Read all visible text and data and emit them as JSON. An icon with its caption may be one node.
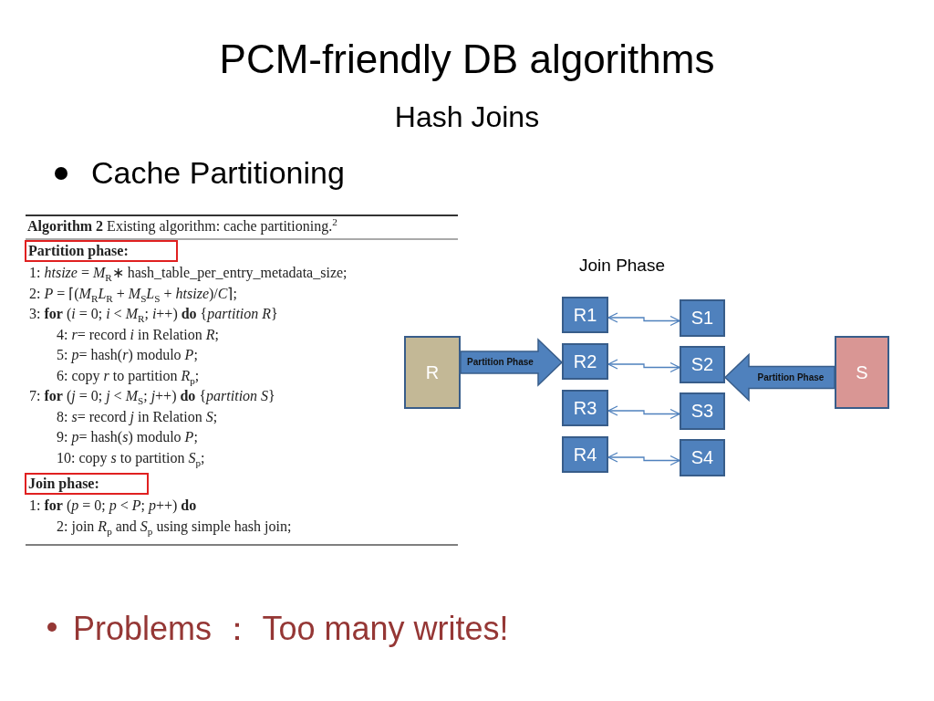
{
  "diagram": {
    "title": "PCM-friendly DB algorithms",
    "nodes": [
      {
        "text": [
          "R"
        ]
      },
      {
        "text": [
          "R1"
        ]
      },
      {
        "text": [
          "R2"
        ]
      },
      {
        "text": [
          "R3"
        ]
      },
      {
        "text": [
          "R4"
        ]
      },
      {
        "text": [
          "S1"
        ]
      },
      {
        "text": [
          "S2"
        ]
      },
      {
        "text": [
          "S3"
        ]
      },
      {
        "text": [
          "S4"
        ]
      },
      {
        "text": [
          "S"
        ]
      }
    ],
    "edges": [
      {
        "from": 0,
        "to": 2,
        "arrow": "to",
        "label": "Partition Phase",
        "style": "thick"
      },
      {
        "from": 9,
        "to": 6,
        "arrow": "to",
        "label": "Partition Phase",
        "style": "thick"
      },
      {
        "from": 1,
        "to": 5,
        "arrow": "both"
      },
      {
        "from": 2,
        "to": 6,
        "arrow": "both"
      },
      {
        "from": 3,
        "to": 7,
        "arrow": "both"
      },
      {
        "from": 4,
        "to": 8,
        "arrow": "both"
      }
    ],
    "labels": [
      "Hash Joins",
      "Cache Partitioning",
      "**Algorithm 2** Existing algorithm: cache partitioning.$^{2}$",
      "Partition phase:",
      "1: *htsize* = *M*$_{R}$∗ hash_table_per_entry_metadata_size;",
      "2: *P* = ⌈(*M*$_{R}$*L*$_{R}$ + *M*$_{S}$*L*$_{S}$ + *htsize*)/*C*⌉;",
      "3: **for** (*i* = 0; *i* < *M*$_{R}$; *i*++) **do** {*partition R*}",
      "4: *r*= record *i* in Relation *R*;",
      "5: *p*= hash(*r*) modulo *P*;",
      "6: copy *r* to partition *R*$_{p}$;",
      "7: **for** (*j* = 0; *j* < *M*$_{S}$; *j*++) **do** {*partition S*}",
      "8: *s*= record *j* in Relation *S*;",
      "9: *p*= hash(*s*) modulo *P*;",
      "10: copy *s* to partition *S*$_{p}$;",
      "Join phase:",
      "1: **for** (*p* = 0; *p* < *P*; *p*++) **do**",
      "2: join *R*$_{p}$ and *S*$_{p}$ using simple hash join;",
      "Join Phase",
      "Problems ： Too many writes!"
    ]
  }
}
